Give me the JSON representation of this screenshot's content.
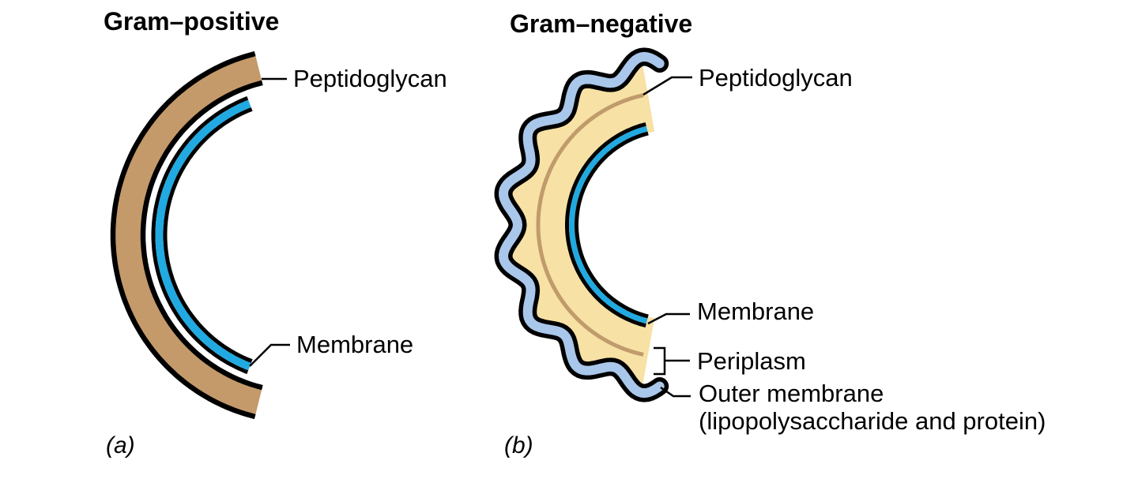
{
  "figure": {
    "panels": [
      {
        "id": "gram_positive",
        "title": "Gram–positive",
        "caption": "(a)",
        "labels": {
          "peptidoglycan": "Peptidoglycan",
          "membrane": "Membrane"
        }
      },
      {
        "id": "gram_negative",
        "title": "Gram–negative",
        "caption": "(b)",
        "labels": {
          "peptidoglycan": "Peptidoglycan",
          "membrane": "Membrane",
          "periplasm": "Periplasm",
          "outer_membrane": "Outer membrane",
          "outer_membrane_detail": "(lipopolysaccharide and protein)"
        }
      }
    ],
    "colors": {
      "peptidoglycan_wall": "#C49A6B",
      "membrane_blue": "#21A9E1",
      "outer_membrane_blue": "#A9C7EA",
      "periplasm_cream": "#F7E1A4",
      "peptidoglycan_line": "#C09B6C",
      "outline": "#000000",
      "background": "#FFFFFF"
    }
  }
}
